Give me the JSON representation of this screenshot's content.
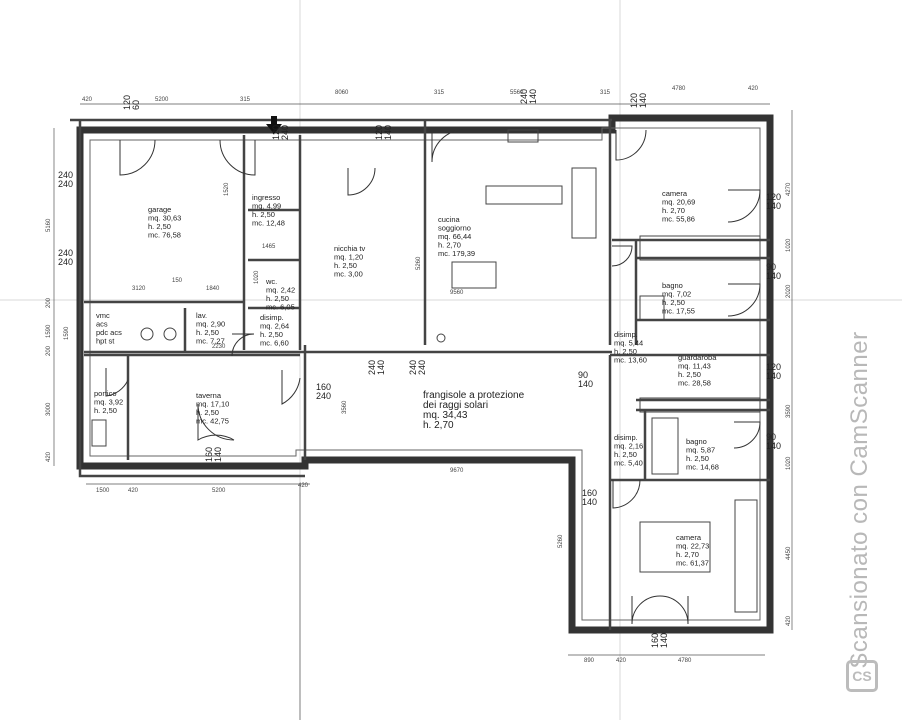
{
  "rooms": [
    {
      "id": "garage",
      "lines": [
        "garage",
        "mq. 30,63",
        "h. 2,50",
        "mc. 76,58"
      ]
    },
    {
      "id": "ingresso",
      "lines": [
        "ingresso",
        "mq. 4,99",
        "h. 2,50",
        "mc. 12,48"
      ]
    },
    {
      "id": "nicchia",
      "lines": [
        "nicchia tv",
        "mq. 1,20",
        "h. 2,50",
        "mc. 3,00"
      ]
    },
    {
      "id": "cucina",
      "lines": [
        "cucina",
        "soggiorno",
        "mq. 66,44",
        "h. 2,70",
        "mc. 179,39"
      ]
    },
    {
      "id": "camera1",
      "lines": [
        "camera",
        "mq. 20,69",
        "h. 2,70",
        "mc. 55,86"
      ]
    },
    {
      "id": "wc",
      "lines": [
        "wc.",
        "mq. 2,42",
        "h. 2,50",
        "mc. 6,05"
      ]
    },
    {
      "id": "bagno1",
      "lines": [
        "bagno",
        "mq. 7,02",
        "h. 2,50",
        "mc. 17,55"
      ]
    },
    {
      "id": "vano",
      "lines": [
        "vmc",
        "acs",
        "pdc acs",
        "hpt st"
      ]
    },
    {
      "id": "lav",
      "lines": [
        "lav.",
        "mq. 2,90",
        "h. 2,50",
        "mc. 7,27"
      ]
    },
    {
      "id": "disimp1",
      "lines": [
        "disimp.",
        "mq. 2,64",
        "h. 2,50",
        "mc. 6,60"
      ]
    },
    {
      "id": "disimp2",
      "lines": [
        "disimp.",
        "mq. 5,44",
        "h. 2,50",
        "mc. 13,60"
      ]
    },
    {
      "id": "guardaroba",
      "lines": [
        "guardaroba",
        "mq. 11,43",
        "h. 2,50",
        "mc. 28,58"
      ]
    },
    {
      "id": "portico",
      "lines": [
        "portico",
        "mq. 3,92",
        "h. 2,50"
      ]
    },
    {
      "id": "taverna",
      "lines": [
        "taverna",
        "mq. 17,10",
        "h. 2,50",
        "mc. 42,75"
      ]
    },
    {
      "id": "disimp3",
      "lines": [
        "disimp.",
        "mq. 2,16",
        "h. 2,50",
        "mc. 5,40"
      ]
    },
    {
      "id": "bagno2",
      "lines": [
        "bagno",
        "mq. 5,87",
        "h. 2,50",
        "mc. 14,68"
      ]
    },
    {
      "id": "camera2",
      "lines": [
        "camera",
        "mq. 22,73",
        "h. 2,70",
        "mc. 61,37"
      ]
    }
  ],
  "frangisole": [
    "frangisole a protezione",
    "dei raggi solari",
    "mq. 34,43",
    "h. 2,70"
  ],
  "openings": [
    [
      "120",
      "60"
    ],
    [
      "120",
      "240"
    ],
    [
      "120",
      "140"
    ],
    [
      "240",
      "140"
    ],
    [
      "120",
      "140"
    ],
    [
      "240",
      "240"
    ],
    [
      "240",
      "240"
    ],
    [
      "120",
      "140"
    ],
    [
      "90",
      "140"
    ],
    [
      "160",
      "240"
    ],
    [
      "240",
      "140"
    ],
    [
      "240",
      "240"
    ],
    [
      "90",
      "140"
    ],
    [
      "120",
      "140"
    ],
    [
      "90",
      "140"
    ],
    [
      "160",
      "140"
    ],
    [
      "160",
      "140"
    ],
    [
      "160",
      "140"
    ]
  ],
  "dimensions_top": [
    "420",
    "5200",
    "315",
    "8060",
    "315",
    "5560",
    "315",
    "4780",
    "420"
  ],
  "dimensions_bottom": [
    "1500",
    "420",
    "5200",
    "420",
    "9670",
    "890",
    "420",
    "4780"
  ],
  "dimensions_left": [
    "5160",
    "200",
    "1590",
    "200",
    "3000",
    "420"
  ],
  "dimensions_right": [
    "4270",
    "1020",
    "2020",
    "3590",
    "1020",
    "4450",
    "420"
  ],
  "dimensions_inner": [
    "1520",
    "1465",
    "150",
    "3120",
    "1840",
    "2230",
    "1020",
    "5260",
    "3560",
    "9560",
    "1590",
    "5260"
  ],
  "watermark": "Scansionato con CamScanner",
  "logo": "CS"
}
